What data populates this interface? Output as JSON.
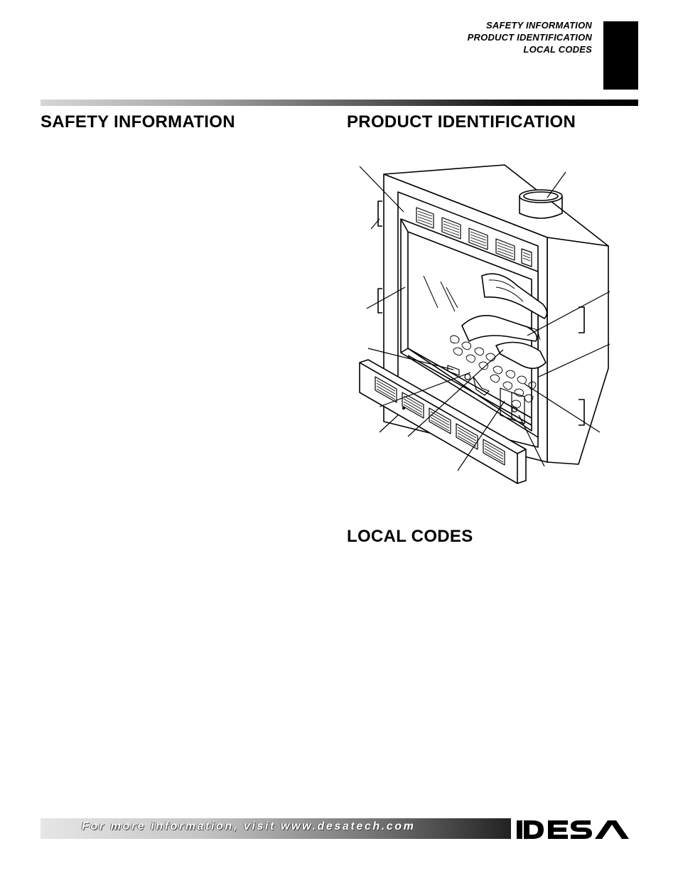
{
  "header": {
    "links": [
      "SAFETY INFORMATION",
      "PRODUCT IDENTIFICATION",
      "LOCAL CODES"
    ]
  },
  "sections": {
    "safety_title": "SAFETY INFORMATION",
    "product_title": "PRODUCT IDENTIFICATION",
    "local_title": "LOCAL CODES"
  },
  "footer": {
    "text": "For more information, visit www.desatech.com",
    "logo": "DESA"
  },
  "colors": {
    "text": "#000000",
    "background": "#ffffff",
    "footer_text": "#ffffff"
  }
}
